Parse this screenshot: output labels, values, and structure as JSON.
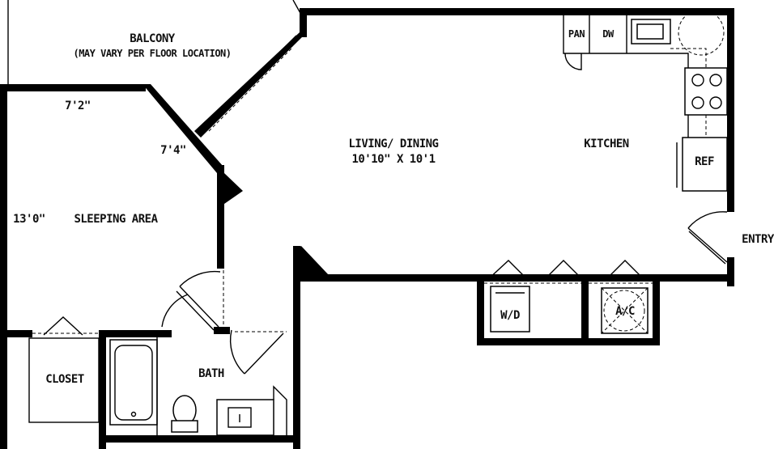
{
  "rooms": {
    "balcony": {
      "name": "BALCONY",
      "note": "(MAY VARY PER FLOOR LOCATION)"
    },
    "living": {
      "name": "LIVING/ DINING",
      "dims": "10'10\" X 10'1"
    },
    "kitchen": {
      "name": "KITCHEN"
    },
    "sleeping": {
      "name": "SLEEPING AREA",
      "dim_top": "7'2\"",
      "dim_angle": "7'4\"",
      "dim_side": "13'0\""
    },
    "closet": {
      "name": "CLOSET"
    },
    "bath": {
      "name": "BATH"
    },
    "entry": {
      "name": "ENTRY"
    }
  },
  "fixtures": {
    "pantry": "PAN",
    "dishwasher": "DW",
    "refrigerator": "REF",
    "washer_dryer": "W/D",
    "air_conditioner": "A/C"
  }
}
